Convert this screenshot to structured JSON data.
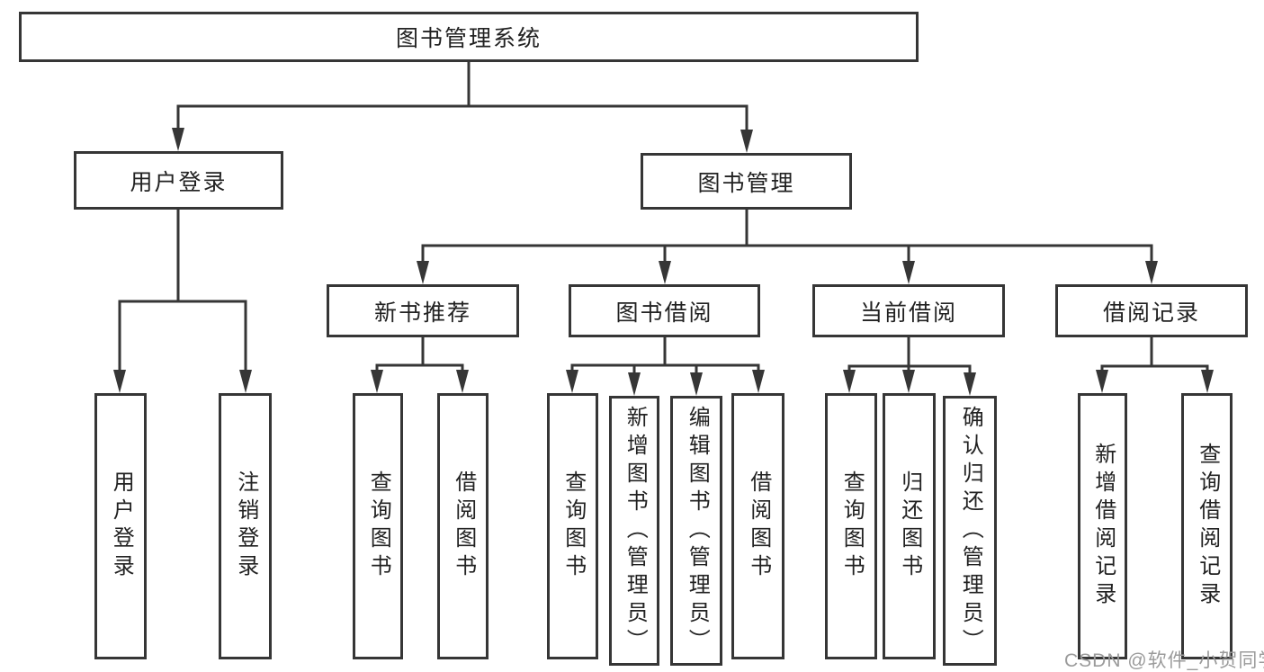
{
  "diagram_type": "hierarchy-org-chart",
  "colors": {
    "line": "#363636",
    "box_border": "#363636",
    "box_fill": "#ffffff",
    "text": "#222222",
    "background": "#ffffff",
    "watermark": "#9b9b9b"
  },
  "tree": {
    "label": "图书管理系统",
    "children": [
      {
        "label": "用户登录",
        "children": [
          {
            "label": "用户登录"
          },
          {
            "label": "注销登录"
          }
        ]
      },
      {
        "label": "图书管理",
        "children": [
          {
            "label": "新书推荐",
            "children": [
              {
                "label": "查询图书"
              },
              {
                "label": "借阅图书"
              }
            ]
          },
          {
            "label": "图书借阅",
            "children": [
              {
                "label": "查询图书"
              },
              {
                "label": "新增图书（管理员）"
              },
              {
                "label": "编辑图书（管理员）"
              },
              {
                "label": "借阅图书"
              }
            ]
          },
          {
            "label": "当前借阅",
            "children": [
              {
                "label": "查询图书"
              },
              {
                "label": "归还图书"
              },
              {
                "label": "确认归还（管理员）"
              }
            ]
          },
          {
            "label": "借阅记录",
            "children": [
              {
                "label": "新增借阅记录"
              },
              {
                "label": "查询借阅记录"
              }
            ]
          }
        ]
      }
    ]
  },
  "watermark": {
    "text": "CSDN @软件_小贺同学"
  }
}
